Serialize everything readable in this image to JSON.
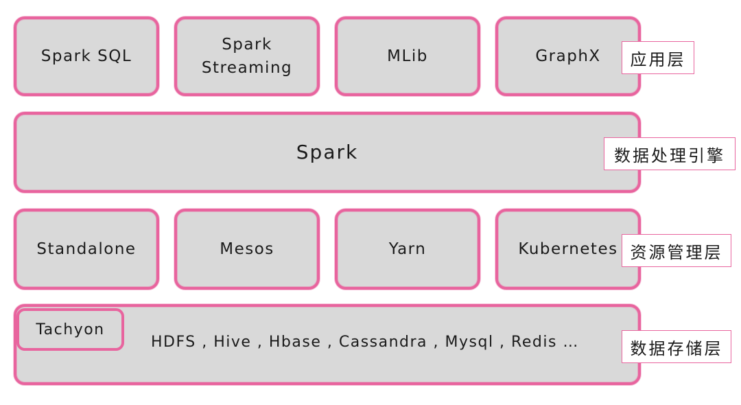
{
  "colors": {
    "box_fill": "#d9d9d9",
    "box_border": "#e8649e",
    "tag_border": "#e8649e",
    "text": "#1a1a1a"
  },
  "application_layer": {
    "items": [
      "Spark SQL",
      "Spark Streaming",
      "MLib",
      "GraphX"
    ],
    "tag": "应用层"
  },
  "engine_layer": {
    "label": "Spark",
    "tag": "数据处理引擎"
  },
  "resource_layer": {
    "items": [
      "Standalone",
      "Mesos",
      "Yarn",
      "Kubernetes"
    ],
    "tag": "资源管理层"
  },
  "storage_layer": {
    "tachyon": "Tachyon",
    "systems": "HDFS , Hive , Hbase , Cassandra , Mysql , Redis …",
    "tag": "数据存储层"
  }
}
